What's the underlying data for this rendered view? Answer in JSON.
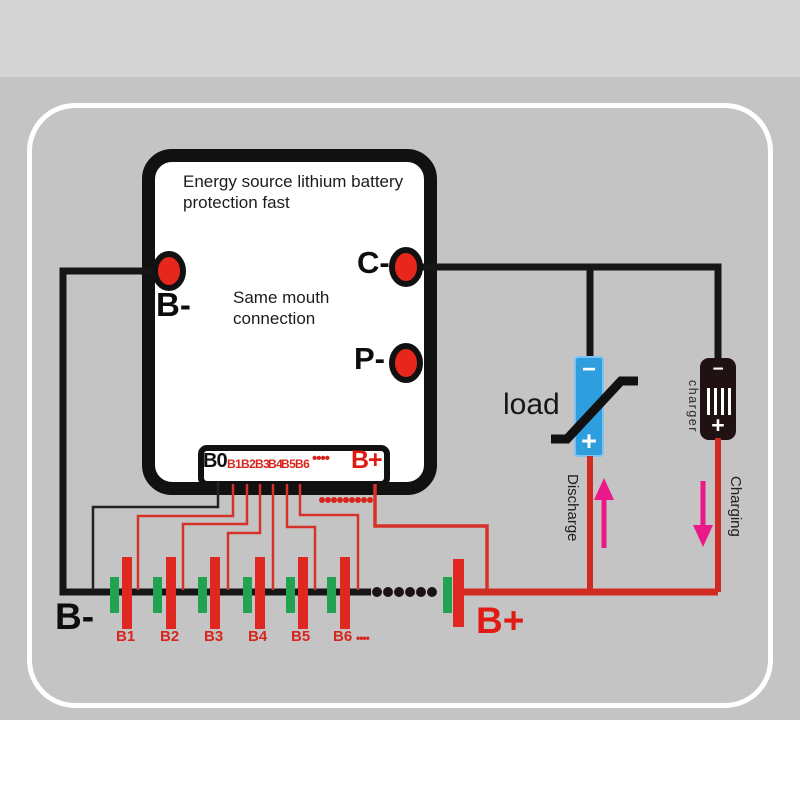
{
  "board": {
    "title": "Energy source lithium battery protection fast",
    "note": "Same mouth connection",
    "terminal_bminus": "B-",
    "terminal_cminus": "C-",
    "terminal_pminus": "P-"
  },
  "connector": {
    "pins": [
      "B0",
      "B1",
      "B2",
      "B3",
      "B4",
      "B5",
      "B6"
    ],
    "ellipsis": "••••",
    "bplus": "B+"
  },
  "battery": {
    "cell_labels": [
      "B1",
      "B2",
      "B3",
      "B4",
      "B5",
      "B6"
    ],
    "ellipsis": "••••",
    "bminus_label": "B-",
    "bplus_label": "B+"
  },
  "load": {
    "label": "load",
    "minus_symbol": "−",
    "plus_symbol": "+"
  },
  "charger": {
    "label": "charger",
    "minus_symbol": "−",
    "plus_symbol": "+"
  },
  "flow": {
    "discharge_label": "Discharge",
    "charging_label": "Charging"
  },
  "colors": {
    "background_top": "#d5d5d5",
    "background_main": "#c4c4c4",
    "frame_border": "#ffffff",
    "wire_black": "#161616",
    "wire_red": "#d02a22",
    "terminal_red": "#e8271c",
    "cell_green": "#22a351",
    "cell_red": "#e02823",
    "label_red": "#d8251d",
    "load_blue": "#2f9ede",
    "charger_black": "#201113",
    "arrow_pink": "#ea1889"
  }
}
